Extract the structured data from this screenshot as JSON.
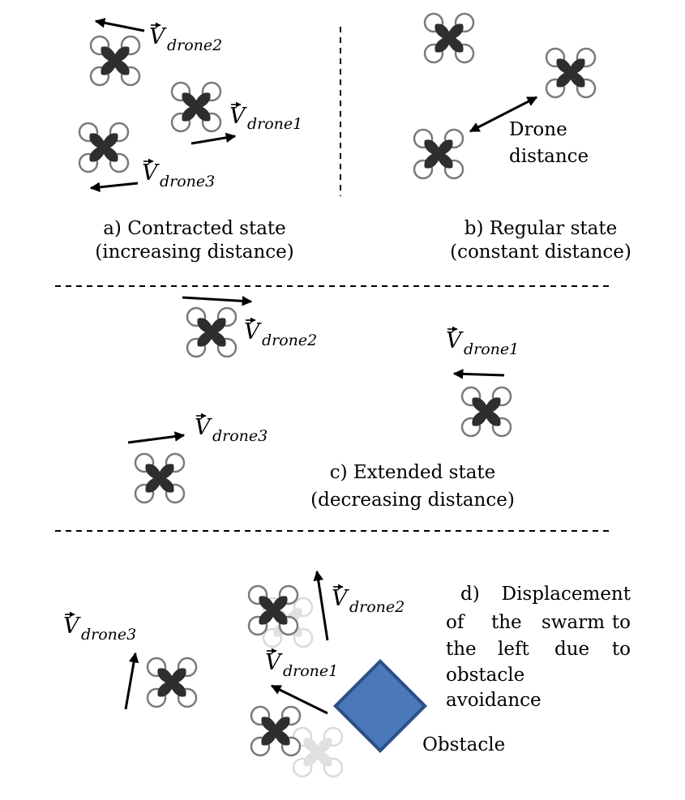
{
  "velocity_symbol": "V",
  "labels": {
    "drone1": "drone1",
    "drone2": "drone2",
    "drone3": "drone3",
    "drone_distance_line1": "Drone",
    "drone_distance_line2": "distance",
    "obstacle": "Obstacle"
  },
  "captions": {
    "a_line1": "a) Contracted state",
    "a_line2": "(increasing distance)",
    "b_line1": "b) Regular state",
    "b_line2": "(constant distance)",
    "c_line1": "c) Extended state",
    "c_line2": "(decreasing distance)",
    "d_line1_left": "d)",
    "d_line1_right": "Displacement",
    "d_line2_words": [
      "of",
      "the",
      "swarm",
      "to"
    ],
    "d_line3_words": [
      "the",
      "left",
      "due",
      "to"
    ],
    "d_line4": "obstacle",
    "d_line5": "avoidance"
  },
  "colors": {
    "drone_body": "#2e2e2e",
    "drone_rotor": "#7a7a7a",
    "ghost_body": "#e0e0e0",
    "ghost_rotor": "#dadada",
    "obstacle_fill": "#4a78b8",
    "obstacle_stroke": "#2c4f86"
  }
}
